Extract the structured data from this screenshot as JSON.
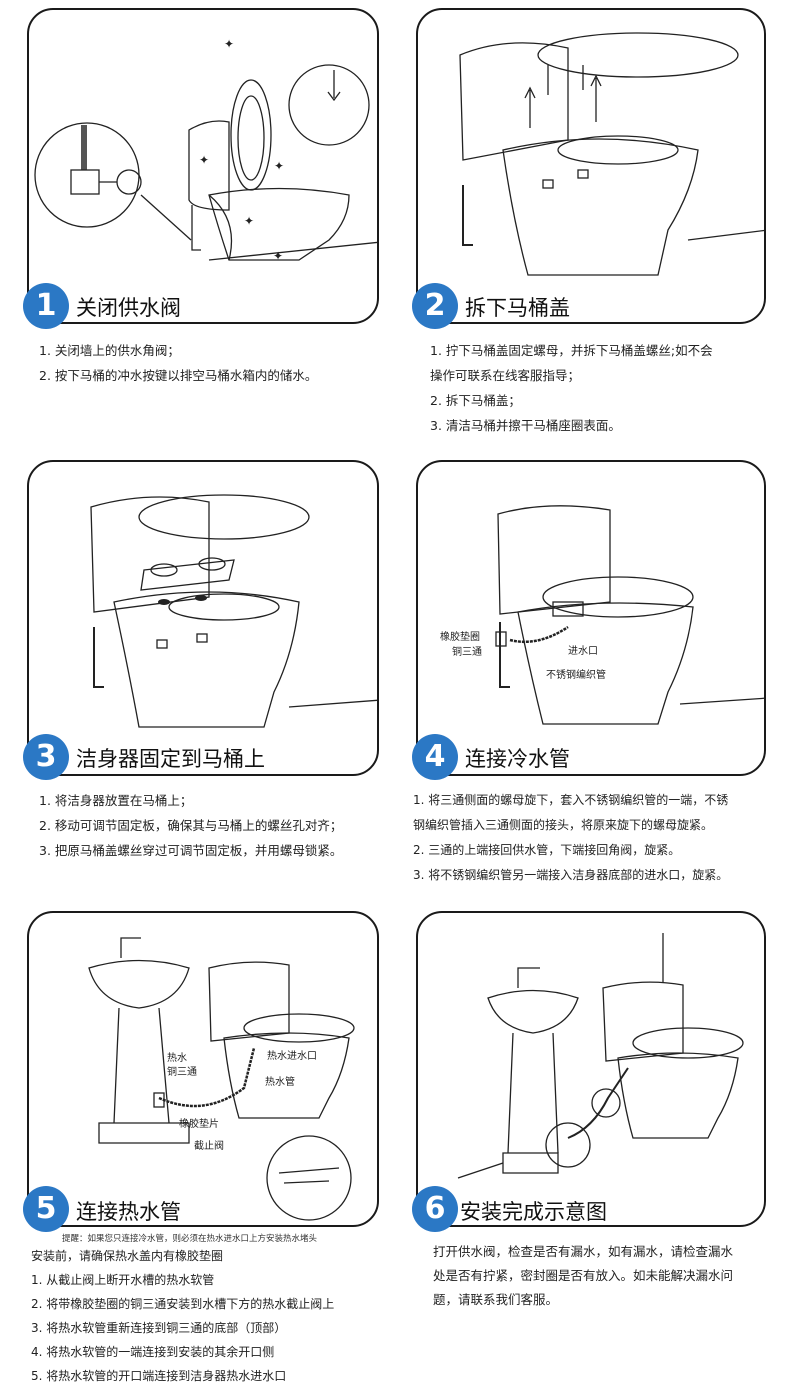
{
  "steps": [
    {
      "number": "1",
      "title": "关闭供水阀",
      "lines": [
        "1. 关闭墙上的供水角阀；",
        "2. 按下马桶的冲水按键以排空马桶水箱内的储水。"
      ]
    },
    {
      "number": "2",
      "title": "拆下马桶盖",
      "lines": [
        "1. 拧下马桶盖固定螺母，并拆下马桶盖螺丝;如不会",
        "操作可联系在线客服指导；",
        "2. 拆下马桶盖；",
        "3. 清洁马桶并擦干马桶座圈表面。"
      ]
    },
    {
      "number": "3",
      "title": "洁身器固定到马桶上",
      "lines": [
        "1. 将洁身器放置在马桶上；",
        "2. 移动可调节固定板，确保其与马桶上的螺丝孔对齐；",
        "3. 把原马桶盖螺丝穿过可调节固定板，并用螺母锁紧。"
      ]
    },
    {
      "number": "4",
      "title": "连接冷水管",
      "labels": {
        "gasket": "橡胶垫圈",
        "tee": "铜三通",
        "inlet": "进水口",
        "hose": "不锈钢编织管"
      },
      "lines": [
        "1. 将三通侧面的螺母旋下，套入不锈钢编织管的一端，不锈",
        "钢编织管插入三通侧面的接头，将原来旋下的螺母旋紧。",
        "2. 三通的上端接回供水管，下端接回角阀，旋紧。",
        "3. 将不锈钢编织管另一端接入洁身器底部的进水口，旋紧。"
      ]
    },
    {
      "number": "5",
      "title": "连接热水管",
      "labels": {
        "hot": "热水",
        "tee": "铜三通",
        "hot_inlet": "热水进水口",
        "hot_hose": "热水管",
        "gasket": "橡胶垫片",
        "valve": "截止阀"
      },
      "hint": "提醒：如果您只连接冷水管，则必须在热水进水口上方安装热水堵头",
      "lines": [
        "安装前，请确保热水盖内有橡胶垫圈",
        "1. 从截止阀上断开水槽的热水软管",
        "2. 将带橡胶垫圈的铜三通安装到水槽下方的热水截止阀上",
        "3. 将热水软管重新连接到铜三通的底部（顶部）",
        "4. 将热水软管的一端连接到安装的其余开口侧",
        "5. 将热水软管的开口端连接到洁身器热水进水口"
      ]
    },
    {
      "number": "6",
      "title": "安装完成示意图",
      "lines": [
        "打开供水阀，检查是否有漏水，如有漏水，请检查漏水",
        "处是否有拧紧，密封圈是否有放入。如未能解决漏水问",
        "题，请联系我们客服。"
      ]
    }
  ]
}
